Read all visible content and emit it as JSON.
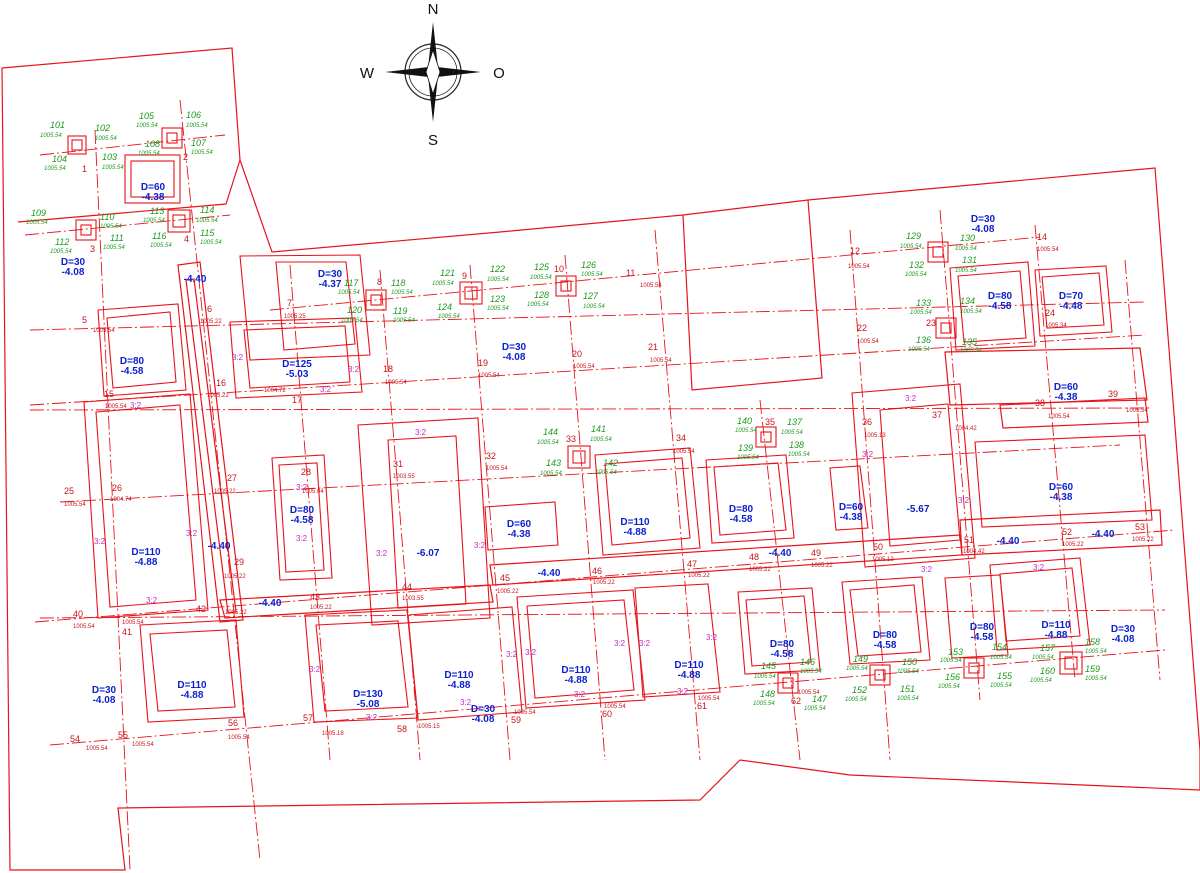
{
  "compass": {
    "north": "N",
    "south": "S",
    "west": "W",
    "east": "O"
  },
  "pits": [
    {
      "id": "p-d60-top",
      "d": "D=60",
      "depth": "-4.38"
    },
    {
      "id": "p-d30-left",
      "d": "D=30",
      "depth": "-4.08"
    },
    {
      "id": "p-d30-top-mid",
      "d": "D=30",
      "depth": "-4.37"
    },
    {
      "id": "p-d125",
      "d": "D=125",
      "depth": "-5.03"
    },
    {
      "id": "p-d80-left",
      "d": "D=80",
      "depth": "-4.58"
    },
    {
      "id": "p-d30-center",
      "d": "D=30",
      "depth": "-4.08"
    },
    {
      "id": "p-d30-right-top",
      "d": "D=30",
      "depth": "-4.08"
    },
    {
      "id": "p-d80-right",
      "d": "D=80",
      "depth": "-4.58"
    },
    {
      "id": "p-d70",
      "d": "D=70",
      "depth": "-4.48"
    },
    {
      "id": "p-d60-right",
      "d": "D=60",
      "depth": "-4.38"
    },
    {
      "id": "p-d110-left",
      "d": "D=110",
      "depth": "-4.88"
    },
    {
      "id": "p-d80-small",
      "d": "D=80",
      "depth": "-4.58"
    },
    {
      "id": "p-big-center",
      "d": "",
      "depth": "-6.07"
    },
    {
      "id": "p-d60-mid",
      "d": "D=60",
      "depth": "-4.38"
    },
    {
      "id": "p-d110-mid",
      "d": "D=110",
      "depth": "-4.88"
    },
    {
      "id": "p-d80-mid",
      "d": "D=80",
      "depth": "-4.58"
    },
    {
      "id": "p-d60-narrow",
      "d": "D=60",
      "depth": "-4.38"
    },
    {
      "id": "p-big-right",
      "d": "",
      "depth": "-5.67"
    },
    {
      "id": "p-d60-right-mid",
      "d": "D=60",
      "depth": "-4.38"
    },
    {
      "id": "p-d30-bottom-left",
      "d": "D=30",
      "depth": "-4.08"
    },
    {
      "id": "p-d110-bottom-left",
      "d": "D=110",
      "depth": "-4.88"
    },
    {
      "id": "p-d130",
      "d": "D=130",
      "depth": "-5.08"
    },
    {
      "id": "p-d110-b2",
      "d": "D=110",
      "depth": "-4.88"
    },
    {
      "id": "p-d30-bottom-mid",
      "d": "D=30",
      "depth": "-4.08"
    },
    {
      "id": "p-d110-b3",
      "d": "D=110",
      "depth": "-4.88"
    },
    {
      "id": "p-d110-b4",
      "d": "D=110",
      "depth": "-4.88"
    },
    {
      "id": "p-d80-b5",
      "d": "D=80",
      "depth": "-4.58"
    },
    {
      "id": "p-d80-b6",
      "d": "D=80",
      "depth": "-4.58"
    },
    {
      "id": "p-d80-b7",
      "d": "D=80",
      "depth": "-4.58"
    },
    {
      "id": "p-d110-b8",
      "d": "D=110",
      "depth": "-4.88"
    },
    {
      "id": "p-d30-bottom-right",
      "d": "D=30",
      "depth": "-4.08"
    }
  ],
  "trench_depths": [
    {
      "id": "t1",
      "value": "-4.40"
    },
    {
      "id": "t2",
      "value": "-4.40"
    },
    {
      "id": "t3",
      "value": "-4.40"
    },
    {
      "id": "t4",
      "value": "-4.40"
    },
    {
      "id": "t5",
      "value": "-4.40"
    },
    {
      "id": "t6",
      "value": "-4.40"
    },
    {
      "id": "t7",
      "value": "-4.40"
    }
  ],
  "axis_points": [
    {
      "n": "1"
    },
    {
      "n": "2"
    },
    {
      "n": "3"
    },
    {
      "n": "4"
    },
    {
      "n": "5",
      "e": "1005.54"
    },
    {
      "n": "6",
      "e": "1005.22"
    },
    {
      "n": "7",
      "e": "1005.25"
    },
    {
      "n": "8"
    },
    {
      "n": "9"
    },
    {
      "n": "10"
    },
    {
      "n": "11",
      "e": "1005.54"
    },
    {
      "n": "12",
      "e": "1005.54"
    },
    {
      "n": "14",
      "e": "1005.54"
    },
    {
      "n": "15",
      "e": "1005.54"
    },
    {
      "n": "16",
      "e": "1005.22"
    },
    {
      "n": "17",
      "e": "1004.72"
    },
    {
      "n": "18",
      "e": "1005.54"
    },
    {
      "n": "19",
      "e": "1005.54"
    },
    {
      "n": "20",
      "e": "1005.54"
    },
    {
      "n": "21",
      "e": "1005.54"
    },
    {
      "n": "22",
      "e": "1005.54"
    },
    {
      "n": "23"
    },
    {
      "n": "24",
      "e": "1005.34"
    },
    {
      "n": "25",
      "e": "1005.54"
    },
    {
      "n": "26",
      "e": "1004.74"
    },
    {
      "n": "27",
      "e": "1005.22"
    },
    {
      "n": "28",
      "e": "1005.04"
    },
    {
      "n": "29",
      "e": "1005.22"
    },
    {
      "n": "31",
      "e": "1003.55"
    },
    {
      "n": "32",
      "e": "1005.54"
    },
    {
      "n": "33"
    },
    {
      "n": "34",
      "e": "1005.54"
    },
    {
      "n": "35"
    },
    {
      "n": "36",
      "e": "1005.13"
    },
    {
      "n": "37",
      "e": "1004.42"
    },
    {
      "n": "38",
      "e": "1005.54"
    },
    {
      "n": "39",
      "e": "1005.54"
    },
    {
      "n": "40",
      "e": "1005.54"
    },
    {
      "n": "41",
      "e": "1005.54"
    },
    {
      "n": "42",
      "e": "1005.22"
    },
    {
      "n": "43",
      "e": "1005.22"
    },
    {
      "n": "44",
      "e": "1003.55"
    },
    {
      "n": "45",
      "e": "1005.22"
    },
    {
      "n": "46",
      "e": "1005.22"
    },
    {
      "n": "47",
      "e": "1005.22"
    },
    {
      "n": "48",
      "e": "1005.22"
    },
    {
      "n": "49",
      "e": "1005.22"
    },
    {
      "n": "50",
      "e": "1005.12"
    },
    {
      "n": "51",
      "e": "1004.42"
    },
    {
      "n": "52",
      "e": "1005.22"
    },
    {
      "n": "53",
      "e": "1005.22"
    },
    {
      "n": "54",
      "e": "1005.54"
    },
    {
      "n": "55",
      "e": "1005.54"
    },
    {
      "n": "56",
      "e": "1005.54"
    },
    {
      "n": "57",
      "e": "1005.18"
    },
    {
      "n": "58",
      "e": "1005.15"
    },
    {
      "n": "59",
      "e": "1005.54"
    },
    {
      "n": "60",
      "e": "1005.54"
    },
    {
      "n": "61",
      "e": "1005.54"
    },
    {
      "n": "62",
      "e": "1005.54"
    }
  ],
  "survey_points": [
    {
      "n": "101",
      "e": "1005.54"
    },
    {
      "n": "102",
      "e": "1005.54"
    },
    {
      "n": "103",
      "e": "1005.54"
    },
    {
      "n": "104",
      "e": "1005.54"
    },
    {
      "n": "105",
      "e": "1005.54"
    },
    {
      "n": "106",
      "e": "1005.54"
    },
    {
      "n": "107",
      "e": "1005.54"
    },
    {
      "n": "108",
      "e": "1005.54"
    },
    {
      "n": "109",
      "e": "1005.54"
    },
    {
      "n": "110",
      "e": "1005.54"
    },
    {
      "n": "111",
      "e": "1005.54"
    },
    {
      "n": "112",
      "e": "1005.54"
    },
    {
      "n": "113",
      "e": "1005.54"
    },
    {
      "n": "114",
      "e": "1005.54"
    },
    {
      "n": "115",
      "e": "1005.54"
    },
    {
      "n": "116",
      "e": "1005.54"
    },
    {
      "n": "117",
      "e": "1005.54"
    },
    {
      "n": "118",
      "e": "1005.54"
    },
    {
      "n": "119",
      "e": "1005.54"
    },
    {
      "n": "120",
      "e": "1005.54"
    },
    {
      "n": "121",
      "e": "1005.54"
    },
    {
      "n": "122",
      "e": "1005.54"
    },
    {
      "n": "123",
      "e": "1005.54"
    },
    {
      "n": "124",
      "e": "1005.54"
    },
    {
      "n": "125",
      "e": "1005.54"
    },
    {
      "n": "126",
      "e": "1005.54"
    },
    {
      "n": "127",
      "e": "1005.54"
    },
    {
      "n": "128",
      "e": "1005.54"
    },
    {
      "n": "129",
      "e": "1005.54"
    },
    {
      "n": "130",
      "e": "1005.54"
    },
    {
      "n": "131",
      "e": "1005.54"
    },
    {
      "n": "132",
      "e": "1005.54"
    },
    {
      "n": "133",
      "e": "1005.54"
    },
    {
      "n": "134",
      "e": "1005.54"
    },
    {
      "n": "135",
      "e": "1005.54"
    },
    {
      "n": "136",
      "e": "1005.54"
    },
    {
      "n": "137",
      "e": "1005.54"
    },
    {
      "n": "138",
      "e": "1005.54"
    },
    {
      "n": "139",
      "e": "1005.54"
    },
    {
      "n": "140",
      "e": "1005.54"
    },
    {
      "n": "141",
      "e": "1005.54"
    },
    {
      "n": "142",
      "e": "1005.54"
    },
    {
      "n": "143",
      "e": "1005.54"
    },
    {
      "n": "144",
      "e": "1005.54"
    },
    {
      "n": "145",
      "e": "1005.54"
    },
    {
      "n": "146",
      "e": "1005.54"
    },
    {
      "n": "147",
      "e": "1005.54"
    },
    {
      "n": "148",
      "e": "1005.54"
    },
    {
      "n": "149",
      "e": "1005.54"
    },
    {
      "n": "150",
      "e": "1005.54"
    },
    {
      "n": "151",
      "e": "1005.54"
    },
    {
      "n": "152",
      "e": "1005.54"
    },
    {
      "n": "153",
      "e": "1005.54"
    },
    {
      "n": "154",
      "e": "1005.54"
    },
    {
      "n": "155",
      "e": "1005.54"
    },
    {
      "n": "156",
      "e": "1005.54"
    },
    {
      "n": "157",
      "e": "1005.54"
    },
    {
      "n": "158",
      "e": "1005.54"
    },
    {
      "n": "159",
      "e": "1005.54"
    },
    {
      "n": "160",
      "e": "1005.54"
    }
  ],
  "slope_label": "3:2",
  "small_pit_elev": "1005.34"
}
